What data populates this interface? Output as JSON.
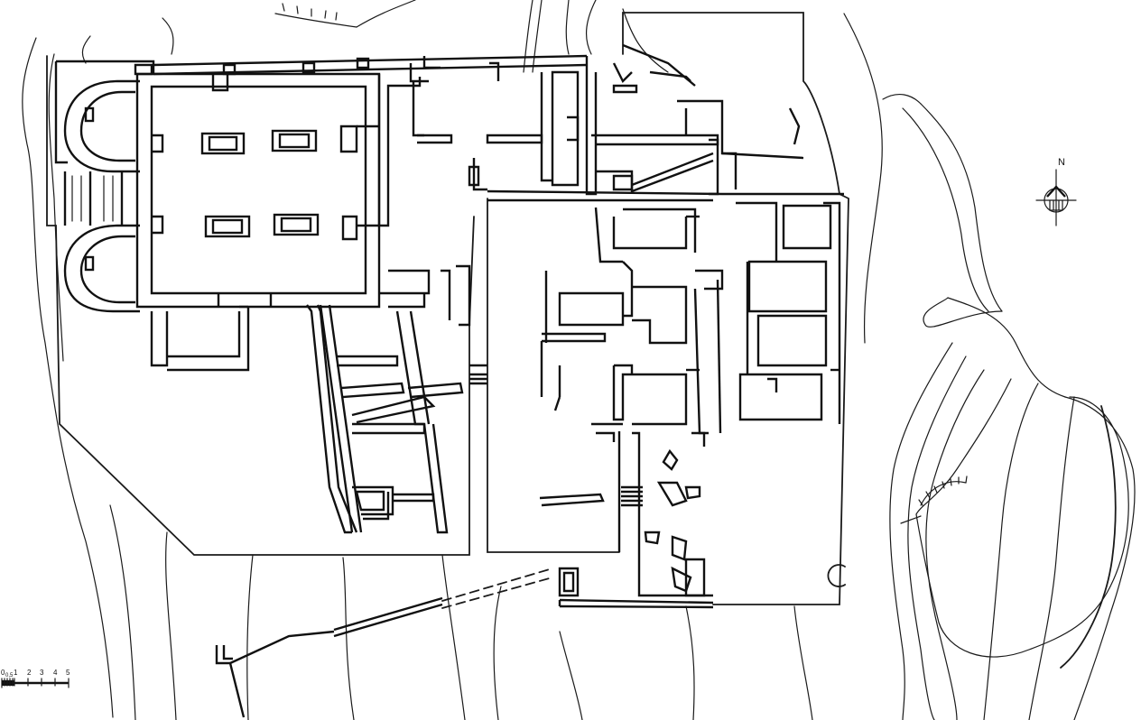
{
  "north_arrow": {
    "label": "N"
  },
  "scale_bar": {
    "ticks": [
      "0",
      "0,5",
      "1",
      "2",
      "3",
      "4",
      "5"
    ]
  }
}
